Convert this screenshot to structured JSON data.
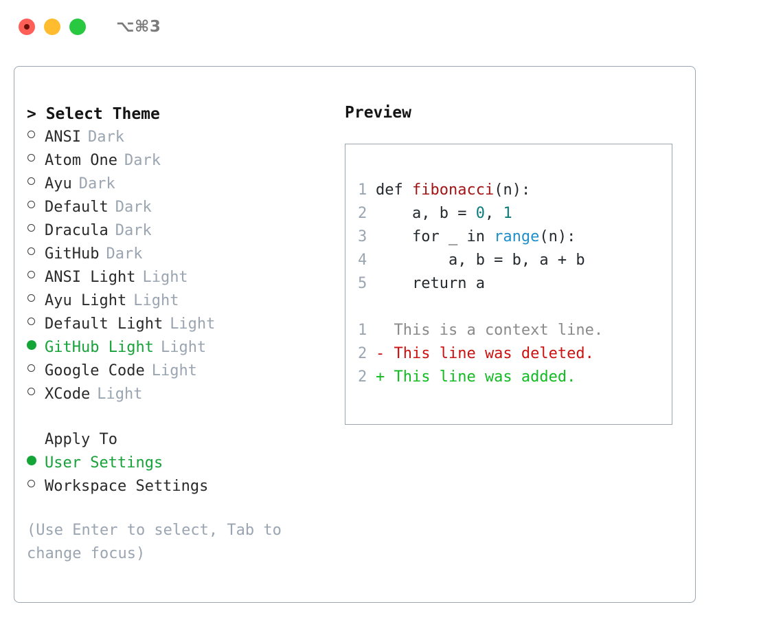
{
  "window": {
    "shortcut_title": "⌥⌘3",
    "traffic_lights": [
      {
        "name": "close-button",
        "color": "#ff5f57"
      },
      {
        "name": "minimize-button",
        "color": "#febc2e"
      },
      {
        "name": "maximize-button",
        "color": "#28c840"
      }
    ]
  },
  "left": {
    "heading": "> Select Theme",
    "themes": [
      {
        "marker": "○",
        "label": "ANSI",
        "tag": "Dark",
        "selected": false
      },
      {
        "marker": "○",
        "label": "Atom One",
        "tag": "Dark",
        "selected": false
      },
      {
        "marker": "○",
        "label": "Ayu",
        "tag": "Dark",
        "selected": false
      },
      {
        "marker": "○",
        "label": "Default",
        "tag": "Dark",
        "selected": false
      },
      {
        "marker": "○",
        "label": "Dracula",
        "tag": "Dark",
        "selected": false
      },
      {
        "marker": "○",
        "label": "GitHub",
        "tag": "Dark",
        "selected": false
      },
      {
        "marker": "○",
        "label": "ANSI Light",
        "tag": "Light",
        "selected": false
      },
      {
        "marker": "○",
        "label": "Ayu Light",
        "tag": "Light",
        "selected": false
      },
      {
        "marker": "○",
        "label": "Default Light",
        "tag": "Light",
        "selected": false
      },
      {
        "marker": "●",
        "label": "GitHub Light",
        "tag": "Light",
        "selected": true
      },
      {
        "marker": "○",
        "label": "Google Code",
        "tag": "Light",
        "selected": false
      },
      {
        "marker": "○",
        "label": "XCode",
        "tag": "Light",
        "selected": false
      }
    ],
    "apply_to_heading": "Apply To",
    "apply_to": [
      {
        "marker": "●",
        "label": "User Settings",
        "selected": true
      },
      {
        "marker": "○",
        "label": "Workspace Settings",
        "selected": false
      }
    ],
    "hint": "(Use Enter to select, Tab to change focus)"
  },
  "right": {
    "preview_heading": "Preview",
    "code_lines": [
      {
        "num": "1",
        "tokens": [
          {
            "t": "def ",
            "c": "plain"
          },
          {
            "t": "fibonacci",
            "c": "fn"
          },
          {
            "t": "(n):",
            "c": "plain"
          }
        ]
      },
      {
        "num": "2",
        "tokens": [
          {
            "t": "    a, b = ",
            "c": "plain"
          },
          {
            "t": "0",
            "c": "num"
          },
          {
            "t": ", ",
            "c": "plain"
          },
          {
            "t": "1",
            "c": "num"
          }
        ]
      },
      {
        "num": "3",
        "tokens": [
          {
            "t": "    for _ in ",
            "c": "plain"
          },
          {
            "t": "range",
            "c": "builtin"
          },
          {
            "t": "(n):",
            "c": "plain"
          }
        ]
      },
      {
        "num": "4",
        "tokens": [
          {
            "t": "        a, b = b, a + b",
            "c": "plain"
          }
        ]
      },
      {
        "num": "5",
        "tokens": [
          {
            "t": "    return a",
            "c": "plain"
          }
        ]
      }
    ],
    "diff_lines": [
      {
        "num": "1",
        "text": "  This is a context line.",
        "kind": "ctx"
      },
      {
        "num": "2",
        "text": "- This line was deleted.",
        "kind": "del"
      },
      {
        "num": "2",
        "text": "+ This line was added.",
        "kind": "add"
      }
    ]
  },
  "colors": {
    "accent_green": "#18a23a",
    "muted_gray": "#9aa5b1",
    "border": "#9aa5b1",
    "fn_red": "#a31515",
    "num_teal": "#0b7b7b",
    "builtin_blue": "#1f8ec9",
    "diff_del": "#cc1111",
    "diff_add": "#12bb22"
  }
}
